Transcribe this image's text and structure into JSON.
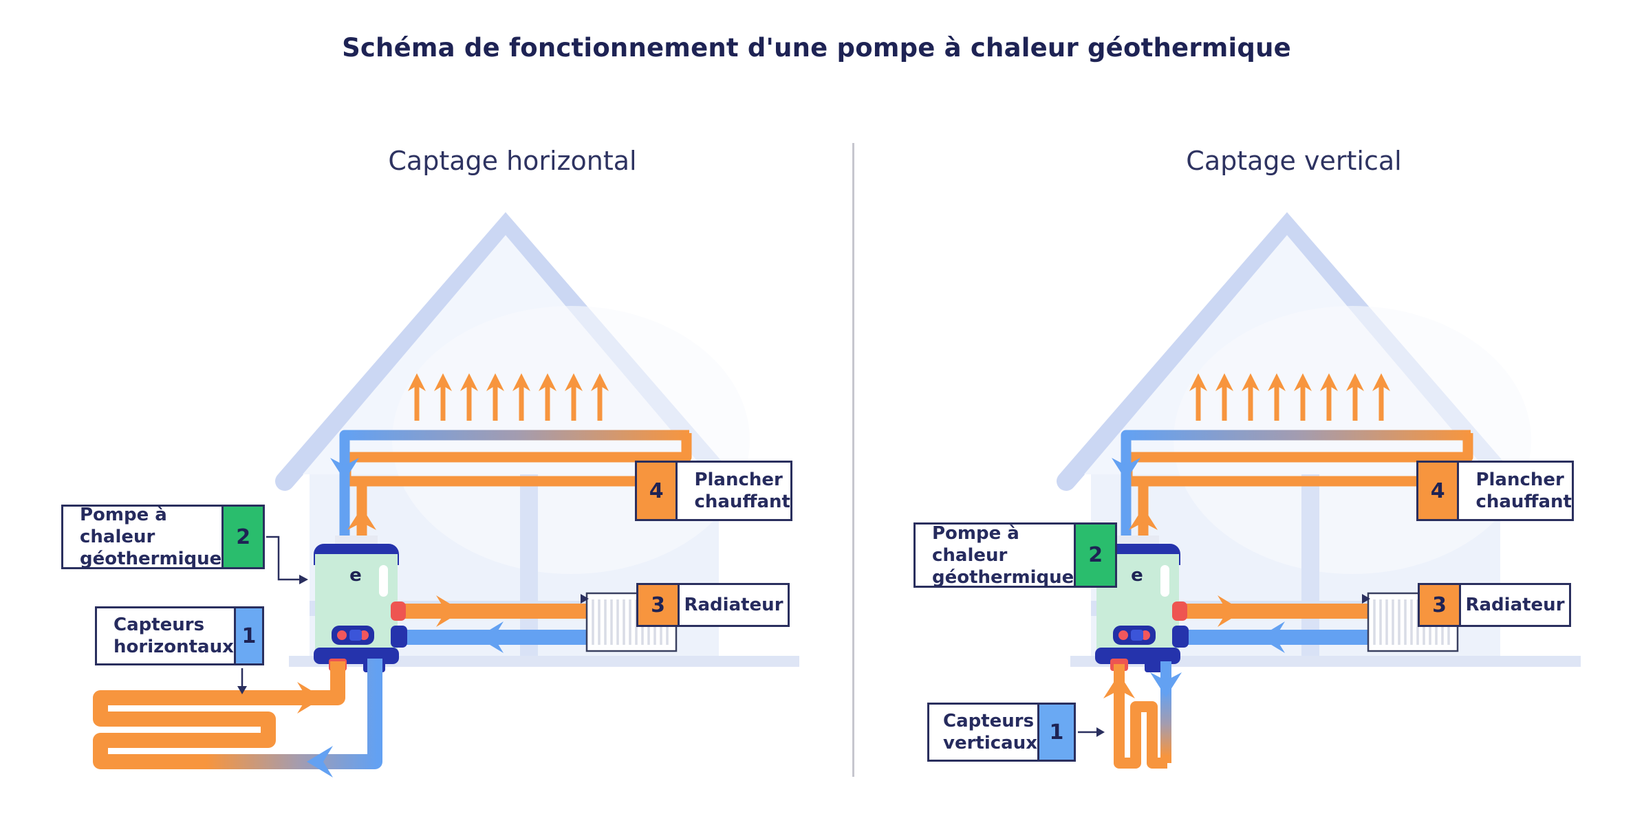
{
  "title": "Schéma de fonctionnement d'une pompe à chaleur géothermique",
  "pump": {
    "logo": "e"
  },
  "colors": {
    "hot_pipe_orange": "#f7953e",
    "cold_pipe_blue": "#63a1f2",
    "chip_green": "#2abd6d",
    "chip_blue": "#6aa9f3",
    "navy_text": "#262b5e",
    "pump_navy": "#2533ac",
    "pump_mint": "#c9ecd9",
    "house_light_blue": "#cbd7f3"
  },
  "panels": [
    {
      "title": "Captage horizontal",
      "labels": {
        "pompe": {
          "line1": "Pompe à chaleur",
          "line2": "géothermique",
          "num": "2"
        },
        "capteurs": {
          "line1": "Capteurs",
          "line2": "horizontaux",
          "num": "1"
        },
        "plancher": {
          "line1": "Plancher",
          "line2": "chauffant",
          "num": "4"
        },
        "radiateur": {
          "text": "Radiateur",
          "num": "3"
        }
      }
    },
    {
      "title": "Captage vertical",
      "labels": {
        "pompe": {
          "line1": "Pompe à chaleur",
          "line2": "géothermique",
          "num": "2"
        },
        "capteurs": {
          "line1": "Capteurs",
          "line2": "verticaux",
          "num": "1"
        },
        "plancher": {
          "line1": "Plancher",
          "line2": "chauffant",
          "num": "4"
        },
        "radiateur": {
          "text": "Radiateur",
          "num": "3"
        }
      }
    }
  ]
}
